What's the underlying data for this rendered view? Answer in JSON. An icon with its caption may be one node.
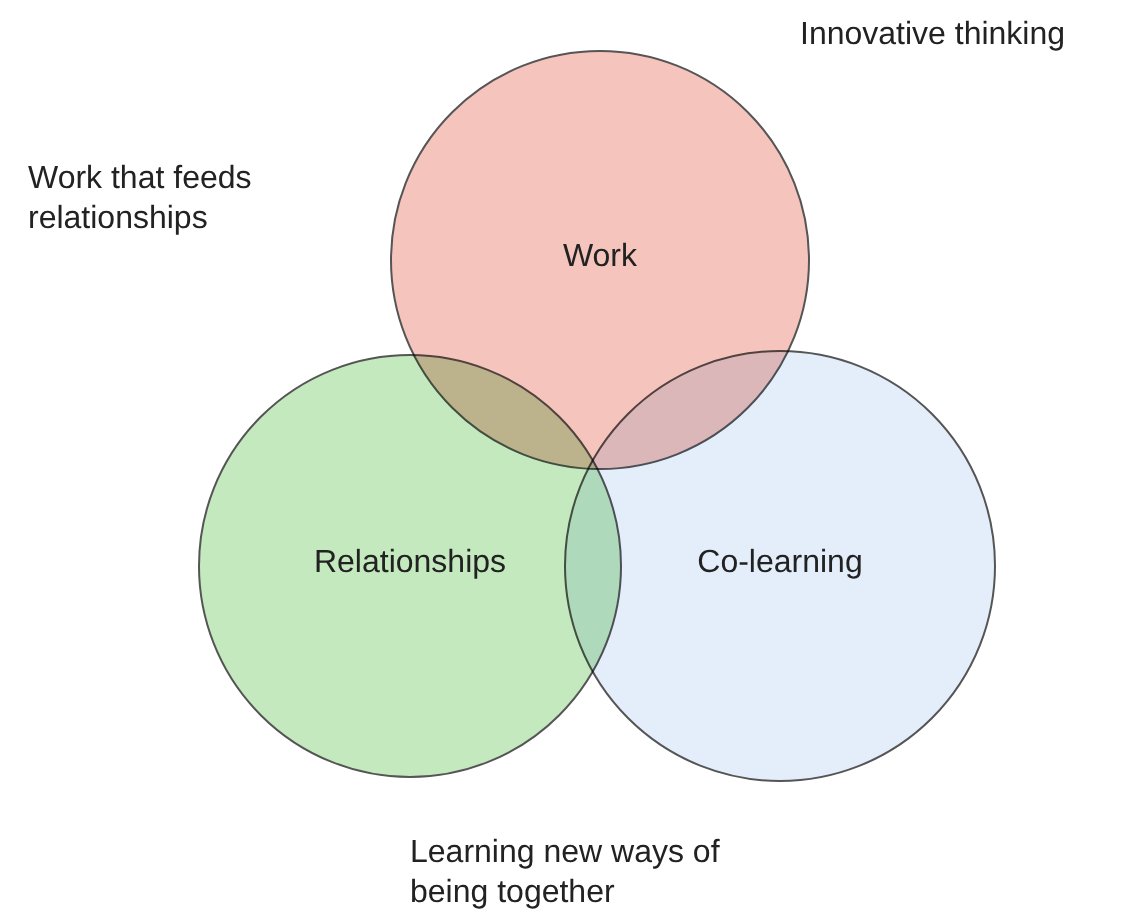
{
  "diagram": {
    "nodes": [
      {
        "text": [
          "Work"
        ]
      },
      {
        "text": [
          "Relationships"
        ]
      },
      {
        "text": [
          "Co-learning"
        ]
      }
    ],
    "labels": [
      "Innovative thinking",
      "Work that feeds relationships",
      "Learning new ways of being together"
    ]
  }
}
